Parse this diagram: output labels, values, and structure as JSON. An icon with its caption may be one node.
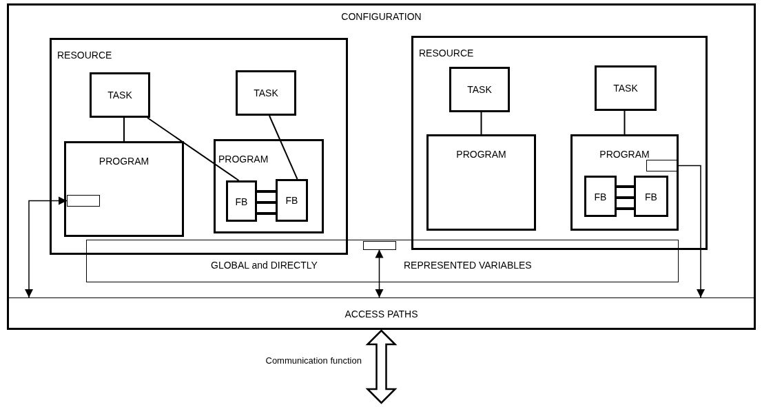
{
  "diagram": {
    "nodes": [
      {
        "text": [
          "CONFIGURATION"
        ]
      },
      {
        "text": [
          "RESOURCE"
        ],
        "in": 0
      },
      {
        "text": [
          "TASK"
        ],
        "in": 1
      },
      {
        "text": [
          "TASK"
        ],
        "in": 1
      },
      {
        "text": [
          "PROGRAM"
        ],
        "in": 1
      },
      {
        "text": [
          "PROGRAM"
        ],
        "in": 1
      },
      {
        "text": [
          "FB"
        ],
        "in": 5
      },
      {
        "text": [
          "FB"
        ],
        "in": 5
      },
      {
        "text": [],
        "shape": "box",
        "in": 4
      },
      {
        "text": [
          "RESOURCE"
        ],
        "in": 0
      },
      {
        "text": [
          "TASK"
        ],
        "in": 9
      },
      {
        "text": [
          "TASK"
        ],
        "in": 9
      },
      {
        "text": [
          "PROGRAM"
        ],
        "in": 9
      },
      {
        "text": [
          "PROGRAM"
        ],
        "in": 9
      },
      {
        "text": [],
        "shape": "box",
        "in": 13
      },
      {
        "text": [
          "FB"
        ],
        "in": 13
      },
      {
        "text": [
          "FB"
        ],
        "in": 13
      },
      {
        "text": [
          "GLOBAL and DIRECTLY",
          "REPRESENTED VARIABLES"
        ],
        "in": 0
      },
      {
        "text": [],
        "shape": "box",
        "in": 17
      },
      {
        "text": [
          "ACCESS PATHS"
        ],
        "in": 0
      }
    ],
    "edges": [
      {
        "from": 2,
        "to": 4,
        "arrow": "none"
      },
      {
        "from": 2,
        "to": 6,
        "arrow": "none"
      },
      {
        "from": 3,
        "to": 7,
        "arrow": "none"
      },
      {
        "from": 6,
        "to": 7,
        "arrow": "none",
        "style": "thick"
      },
      {
        "from": 6,
        "to": 7,
        "arrow": "none",
        "style": "thick"
      },
      {
        "from": 6,
        "to": 7,
        "arrow": "none",
        "style": "thick"
      },
      {
        "from": 10,
        "to": 12,
        "arrow": "none"
      },
      {
        "from": 11,
        "to": 13,
        "arrow": "none"
      },
      {
        "from": 15,
        "to": 16,
        "arrow": "none",
        "style": "thick"
      },
      {
        "from": 15,
        "to": 16,
        "arrow": "none",
        "style": "thick"
      },
      {
        "from": 15,
        "to": 16,
        "arrow": "none",
        "style": "thick"
      },
      {
        "from": 19,
        "to": 8,
        "arrow": "both"
      },
      {
        "from": 18,
        "to": 19,
        "arrow": "both"
      },
      {
        "from": 14,
        "to": 19,
        "arrow": "to"
      },
      {
        "from": 19,
        "to": null,
        "arrow": "both",
        "style": "thick",
        "label": "Communication function"
      }
    ]
  }
}
